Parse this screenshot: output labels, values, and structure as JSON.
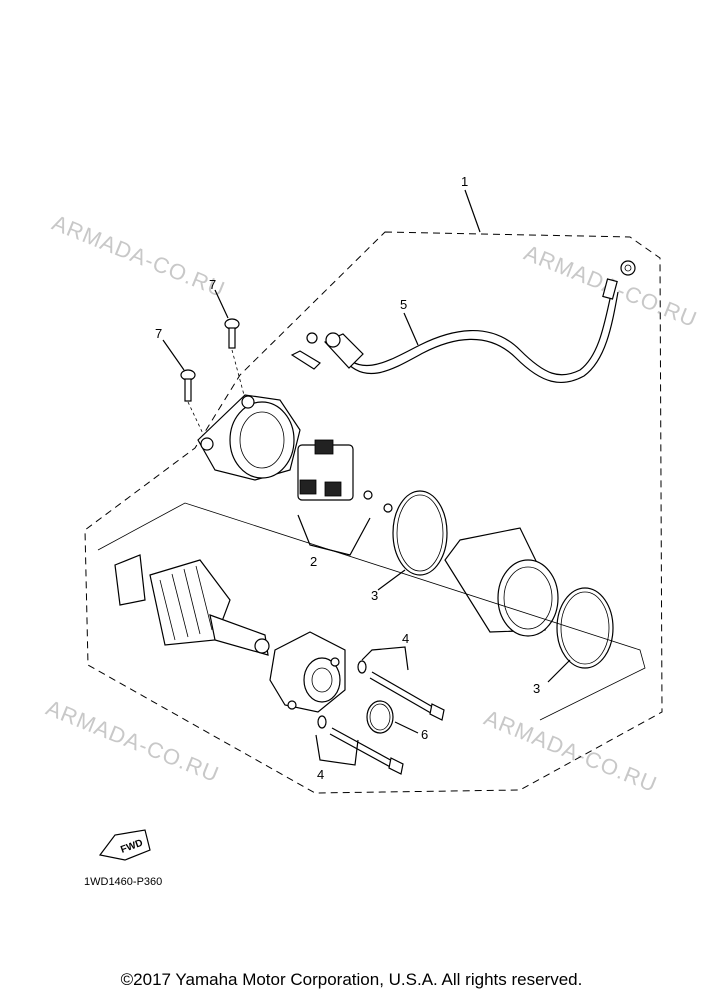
{
  "watermark": {
    "text": "ARMADA-CO.RU"
  },
  "callouts": {
    "c1": "1",
    "c2": "2",
    "c3a": "3",
    "c3b": "3",
    "c4a": "4",
    "c4b": "4",
    "c5": "5",
    "c6": "6",
    "c7a": "7",
    "c7b": "7"
  },
  "fwd_label": "FWD",
  "part_code": "1WD1460-P360",
  "copyright": "©2017 Yamaha Motor Corporation, U.S.A. All rights reserved."
}
